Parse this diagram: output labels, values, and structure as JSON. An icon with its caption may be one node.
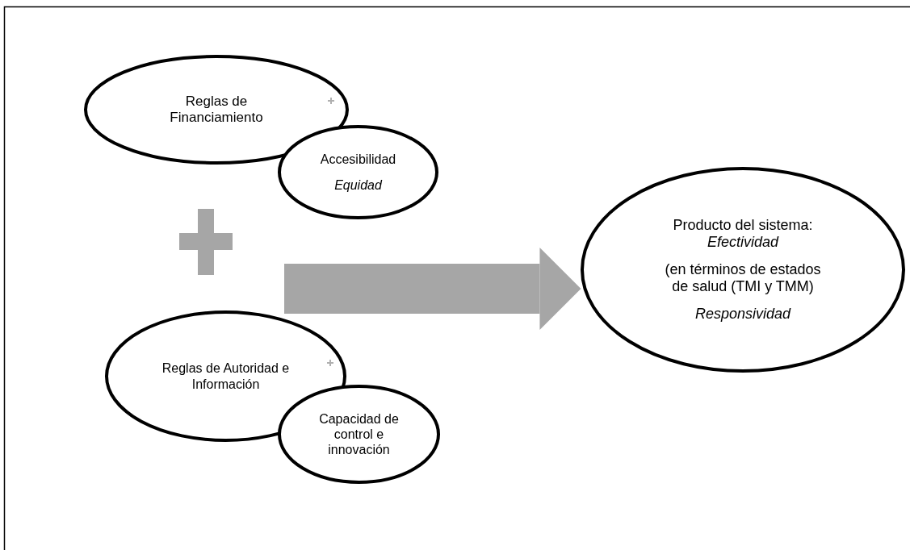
{
  "diagram": {
    "nodes": [
      {
        "text": [
          "Reglas de Financiamiento"
        ]
      },
      {
        "text": [
          "Accesibilidad",
          "Equidad"
        ]
      },
      {
        "text": [],
        "shape": "cross"
      },
      {
        "text": [
          "Reglas de Autoridad e Información"
        ]
      },
      {
        "text": [
          "Capacidad de control e innovación"
        ]
      },
      {
        "text": [
          "Producto del sistema: *Efectividad*",
          "(en términos de estados de salud (TMI y TMM)",
          "Responsividad"
        ]
      }
    ],
    "edges": [
      {
        "from": null,
        "to": 5,
        "arrow": "to"
      }
    ]
  }
}
